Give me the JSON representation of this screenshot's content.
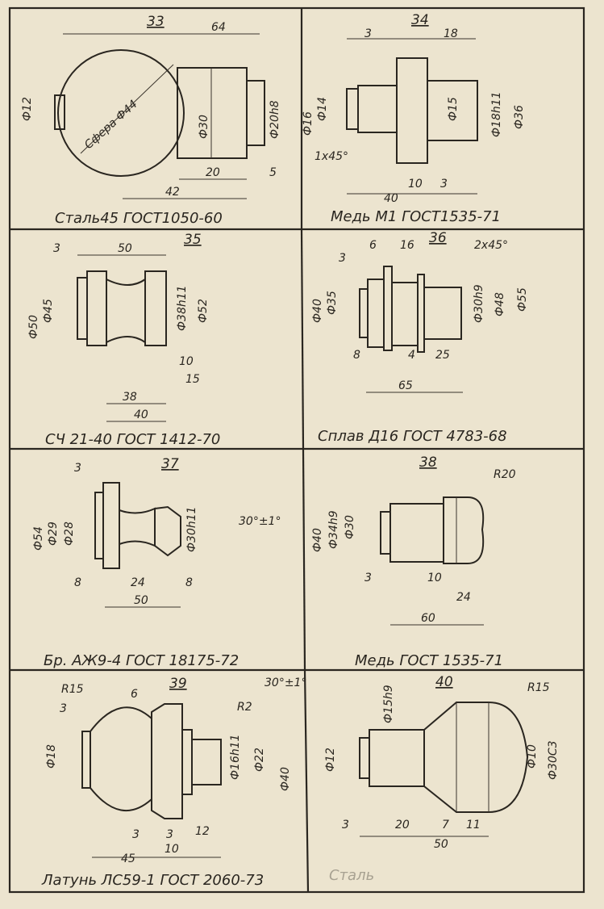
{
  "cells": [
    {
      "number": "33",
      "caption": "Сталь45 ГОСТ1050-60",
      "dims": [
        "64",
        "Сфера Ф44",
        "Ф12",
        "Ф30",
        "Ф20h8",
        "20",
        "5",
        "42"
      ]
    },
    {
      "number": "34",
      "caption": "Медь М1 ГОСТ1535-71",
      "dims": [
        "3",
        "18",
        "Ф16",
        "Ф14",
        "Ф15",
        "Ф18h11",
        "Ф36",
        "1х45°",
        "10",
        "3",
        "40"
      ]
    },
    {
      "number": "35",
      "caption": "СЧ 21-40 ГОСТ 1412-70",
      "dims": [
        "3",
        "50",
        "Ф50",
        "Ф45",
        "Ф38h11",
        "Ф52",
        "10",
        "15",
        "38",
        "40"
      ]
    },
    {
      "number": "36",
      "caption": "Сплав Д16 ГОСТ 4783-68",
      "dims": [
        "6",
        "16",
        "2х45°",
        "3",
        "Ф40",
        "Ф35",
        "Ф30h9",
        "Ф48",
        "Ф55",
        "8",
        "4",
        "25",
        "65"
      ]
    },
    {
      "number": "37",
      "caption": "Бр. АЖ9-4 ГОСТ 18175-72",
      "dims": [
        "3",
        "Ф54",
        "Ф29",
        "Ф28",
        "30°±1°",
        "Ф30h11",
        "8",
        "24",
        "8",
        "50"
      ]
    },
    {
      "number": "38",
      "caption": "Медь ГОСТ 1535-71",
      "dims": [
        "R20",
        "Ф40",
        "Ф34h9",
        "Ф30",
        "3",
        "10",
        "24",
        "60"
      ]
    },
    {
      "number": "39",
      "caption": "Латунь ЛС59-1 ГОСТ 2060-73",
      "dims": [
        "R15",
        "6",
        "30°±1°",
        "3",
        "R2",
        "Ф18",
        "Ф16h11",
        "Ф22",
        "Ф40",
        "3",
        "3",
        "12",
        "45",
        "10"
      ]
    },
    {
      "number": "40",
      "caption": "Сталь",
      "dims": [
        "Ф15h9",
        "R15",
        "Ф12",
        "Ф10",
        "Ф30С3",
        "3",
        "20",
        "7",
        "11",
        "50"
      ]
    }
  ]
}
